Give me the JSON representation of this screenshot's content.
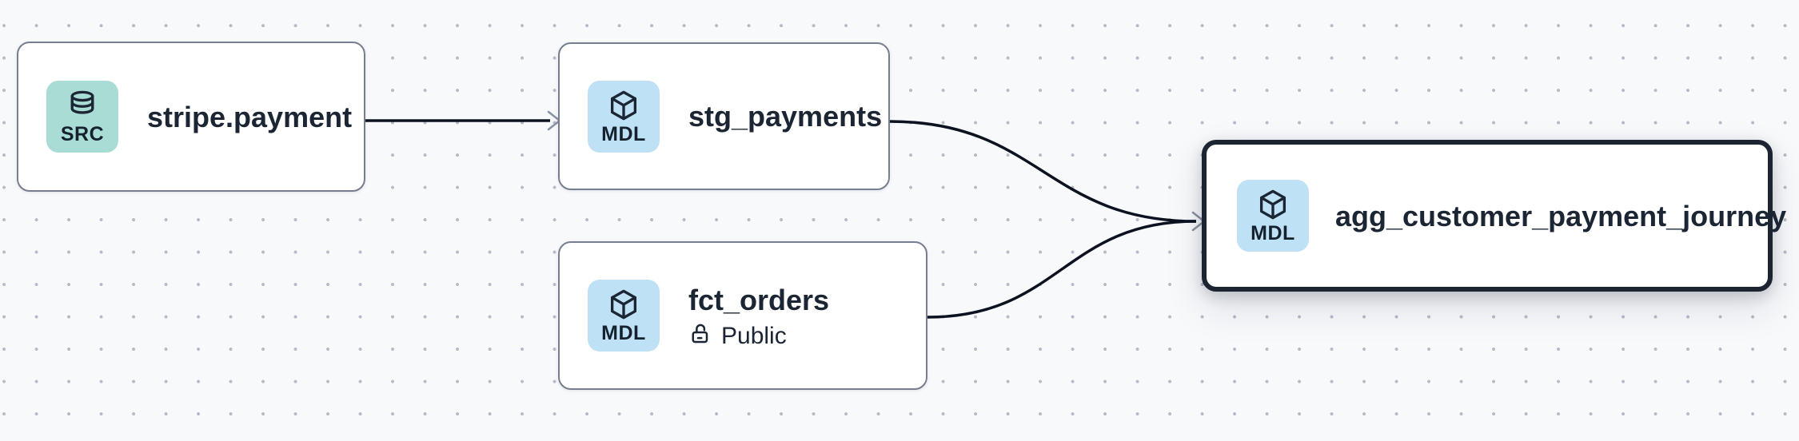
{
  "canvas": {
    "background_color": "#f8f9fb",
    "dot_color": "#b7bbc7",
    "edge_color": "#0c1220",
    "arrowhead_color": "#8b93a2"
  },
  "nodes": [
    {
      "title": "stripe.payment",
      "type": "source",
      "badge_label": "SRC",
      "badge_icon": "database-icon",
      "badge_color": "#a9dcd5",
      "selected": false
    },
    {
      "title": "stg_payments",
      "type": "model",
      "badge_label": "MDL",
      "badge_icon": "cube-icon",
      "badge_color": "#bfe1f6",
      "selected": false
    },
    {
      "title": "fct_orders",
      "type": "model",
      "badge_label": "MDL",
      "badge_icon": "cube-icon",
      "badge_color": "#bfe1f6",
      "access": "Public",
      "access_icon": "lock-open-icon",
      "selected": false
    },
    {
      "title": "agg_customer_payment_journey",
      "type": "model",
      "badge_label": "MDL",
      "badge_icon": "cube-icon",
      "badge_color": "#bfe1f6",
      "selected": true
    }
  ],
  "edges": [
    {
      "from": "stripe.payment",
      "to": "stg_payments"
    },
    {
      "from": "stg_payments",
      "to": "agg_customer_payment_journey"
    },
    {
      "from": "fct_orders",
      "to": "agg_customer_payment_journey"
    }
  ]
}
